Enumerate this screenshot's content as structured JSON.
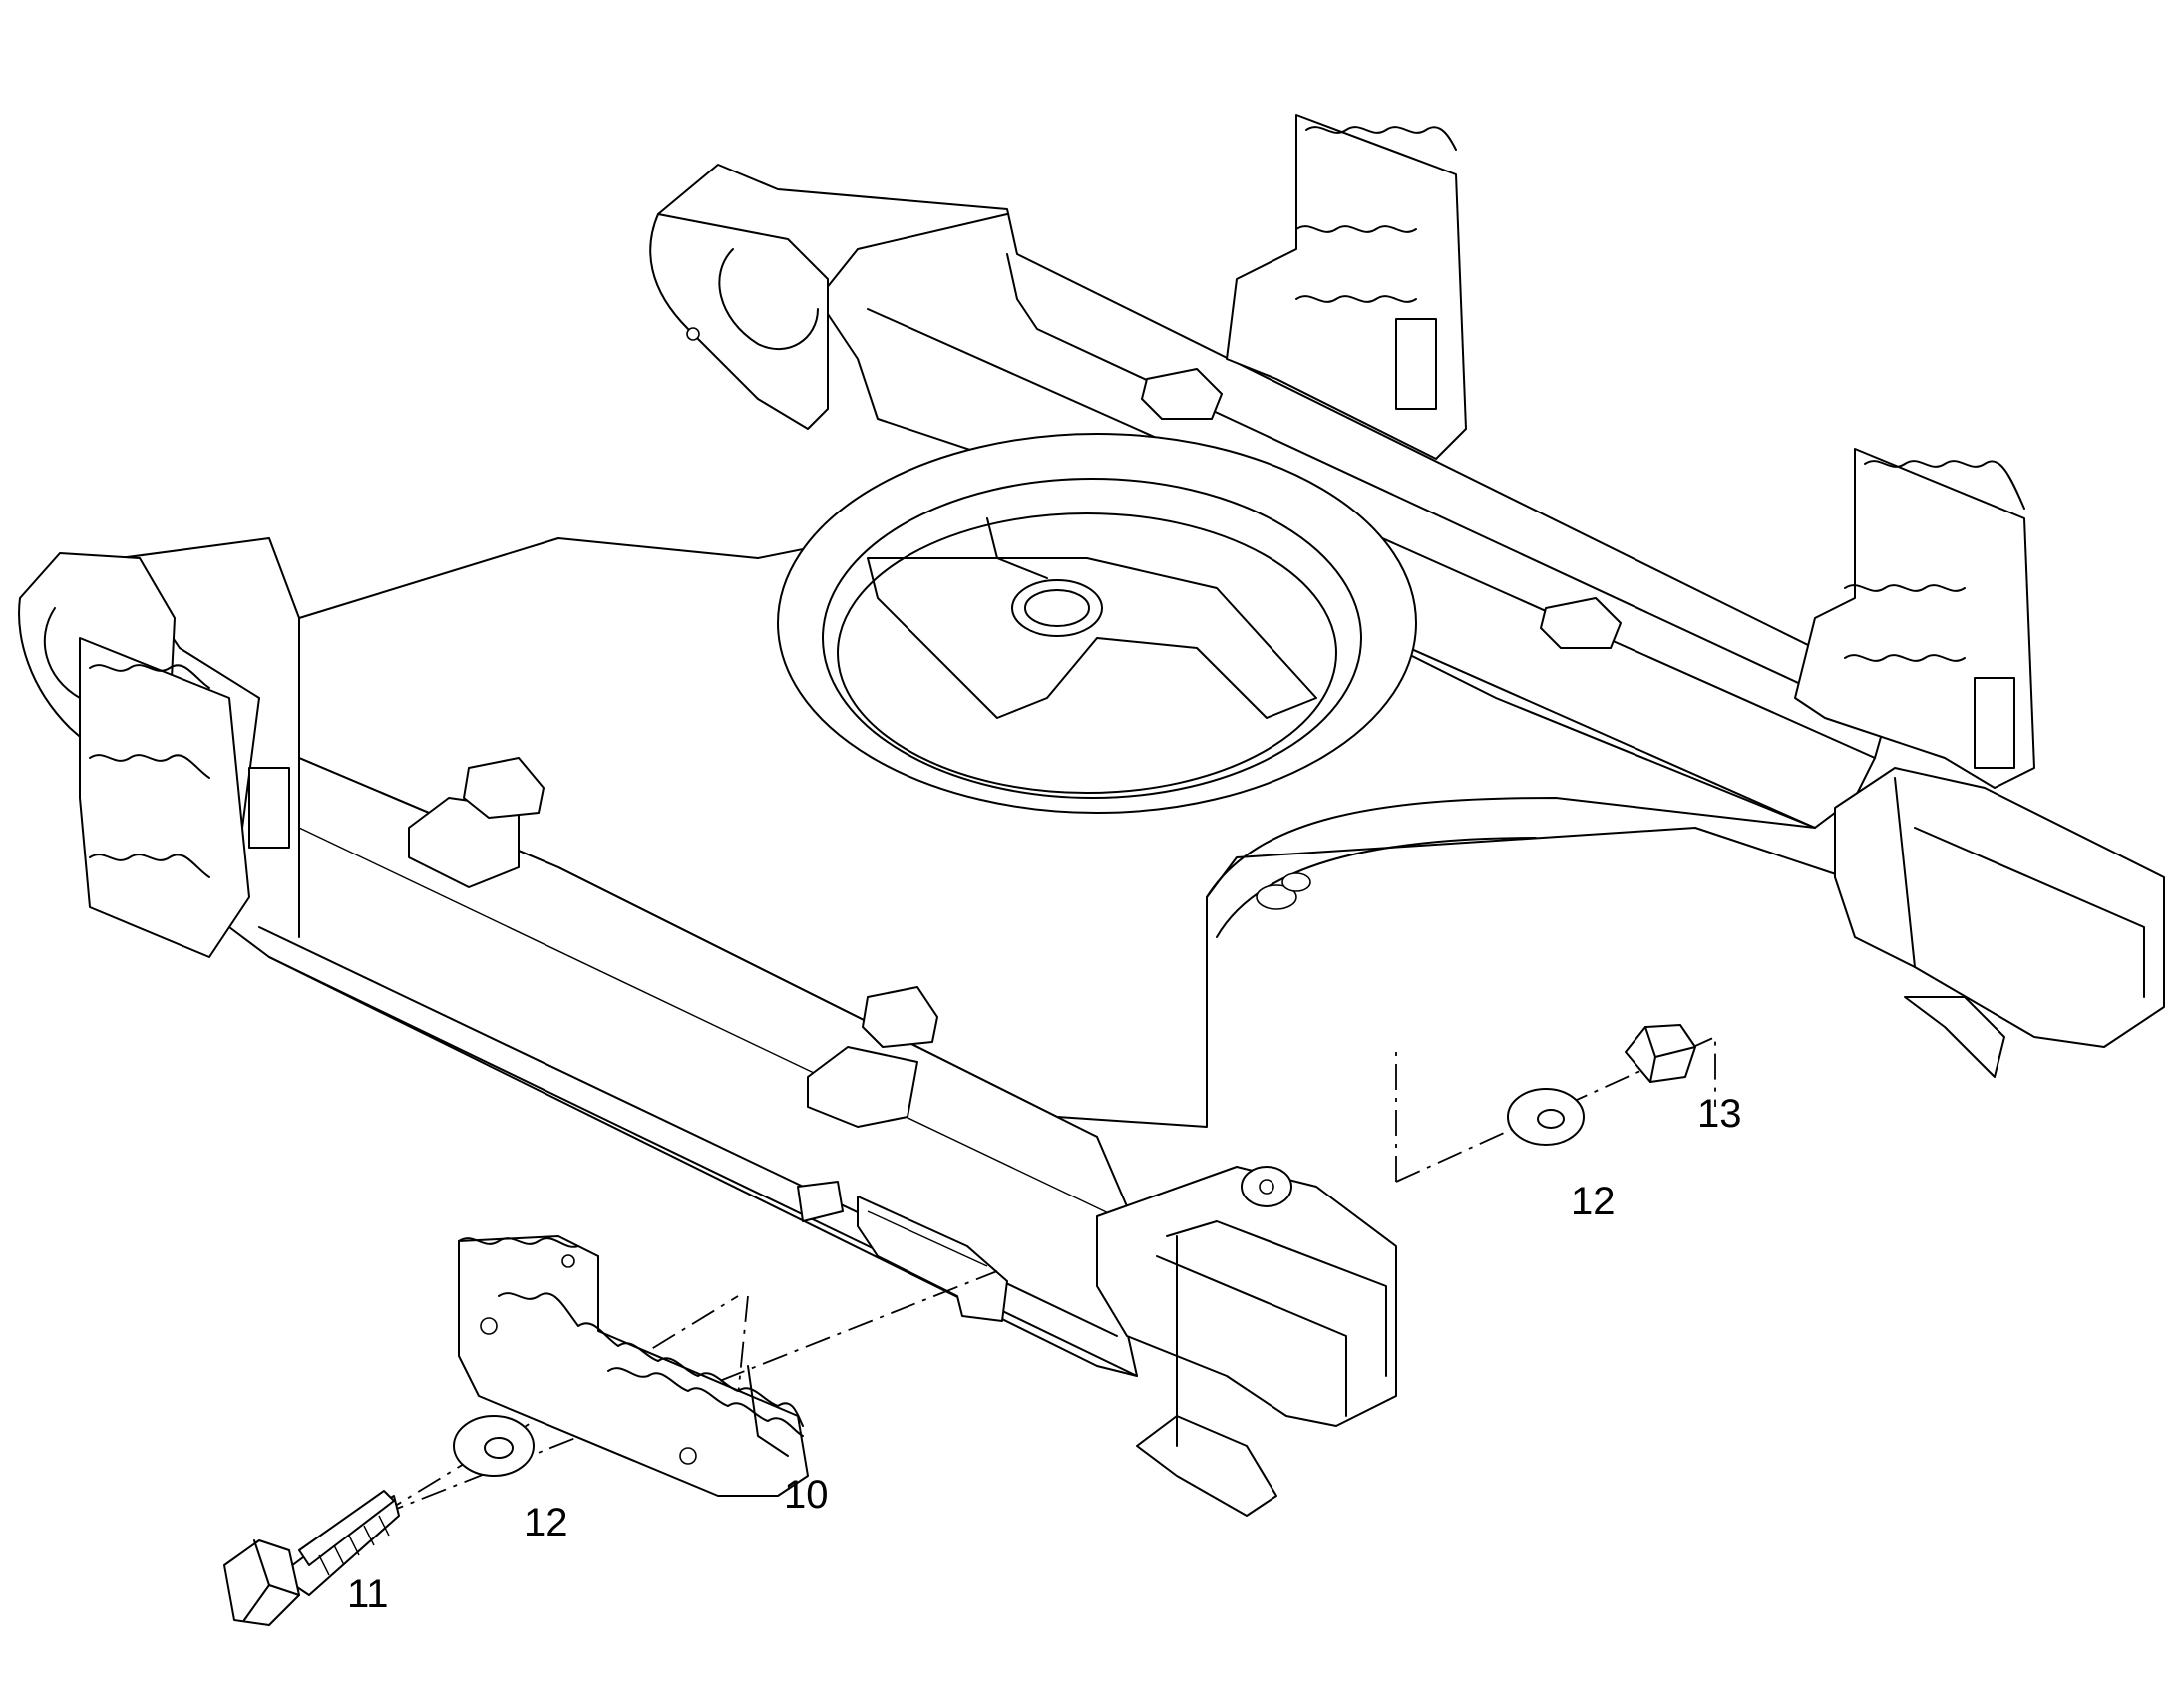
{
  "callouts": {
    "c10": "10",
    "c11": "11",
    "c12a": "12",
    "c12b": "12",
    "c13": "13"
  },
  "colors": {
    "line": "#000000",
    "background": "#ffffff"
  }
}
